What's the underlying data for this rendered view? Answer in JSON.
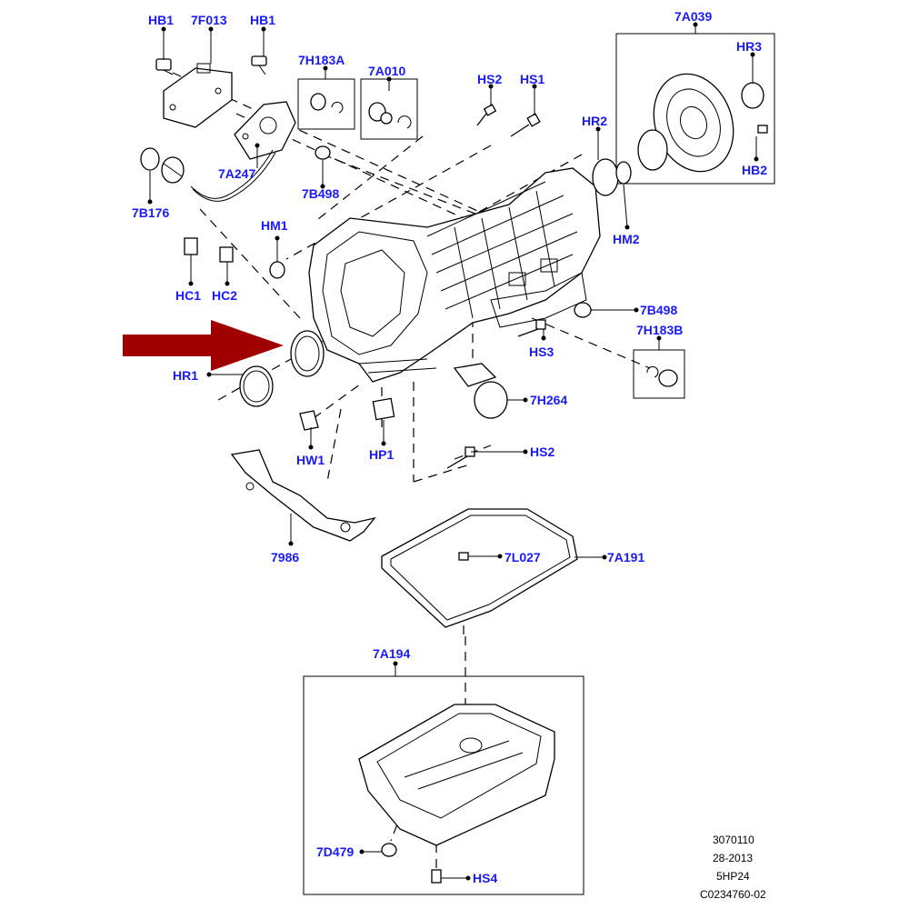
{
  "labels": {
    "hb1_left": "HB1",
    "f7013": "7F013",
    "hb1_right": "HB1",
    "h183a": "7H183A",
    "a7010": "7A010",
    "hs2_top": "HS2",
    "hs1": "HS1",
    "a7039": "7A039",
    "hr3": "HR3",
    "hr2": "HR2",
    "hb2": "HB2",
    "hm2": "HM2",
    "a247": "7A247",
    "b498_top": "7B498",
    "b176": "7B176",
    "hm1": "HM1",
    "hc1": "HC1",
    "hc2": "HC2",
    "b498_right": "7B498",
    "h183b": "7H183B",
    "hs3": "HS3",
    "hr1": "HR1",
    "h264": "7H264",
    "hw1": "HW1",
    "hp1": "HP1",
    "hs2_mid": "HS2",
    "p7986": "7986",
    "l027": "7L027",
    "a191": "7A191",
    "a194": "7A194",
    "d479": "7D479",
    "hs4": "HS4"
  },
  "meta": {
    "line1": "3070110",
    "line2": "28-2013",
    "line3": "5HP24",
    "line4": "C0234760-02"
  },
  "colors": {
    "label": "#1a1aff",
    "arrow": "#a00000",
    "line": "#000000"
  }
}
